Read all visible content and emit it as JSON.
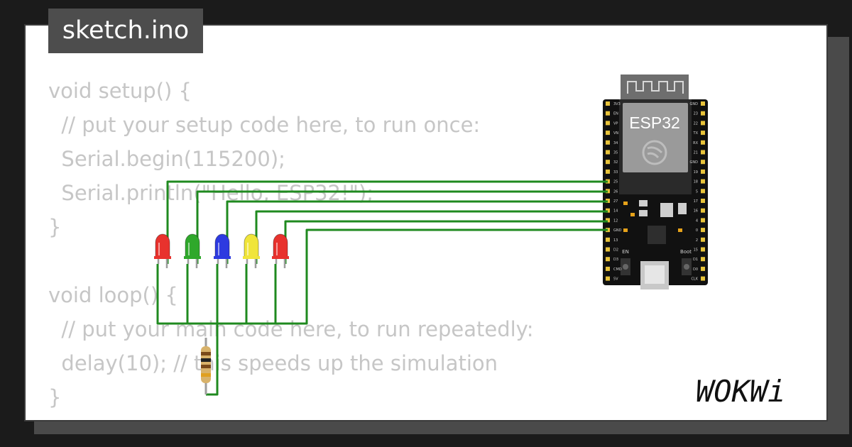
{
  "tab": {
    "filename": "sketch.ino"
  },
  "code_lines": [
    "void setup() {",
    "  // put your setup code here, to run once:",
    "  Serial.begin(115200);",
    "  Serial.println(\"Hello, ESP32!\");",
    "}",
    "",
    "void loop() {",
    "  // put your main code here, to run repeatedly:",
    "  delay(10); // this speeds up the simulation",
    "}"
  ],
  "board": {
    "label": "ESP32",
    "button_en": "EN",
    "button_boot": "Boot",
    "left_pins": [
      "3V3",
      "EN",
      "VP",
      "VN",
      "34",
      "35",
      "32",
      "33",
      "25",
      "26",
      "27",
      "14",
      "12",
      "GND",
      "13",
      "D2",
      "D3",
      "CMD",
      "5V"
    ],
    "right_pins": [
      "GND",
      "23",
      "22",
      "TX",
      "RX",
      "21",
      "GND",
      "19",
      "18",
      "5",
      "17",
      "16",
      "4",
      "0",
      "2",
      "15",
      "D1",
      "D0",
      "CLK"
    ]
  },
  "leds": [
    {
      "color": "red",
      "hex": "#e8322d"
    },
    {
      "color": "green",
      "hex": "#2fa82b"
    },
    {
      "color": "blue",
      "hex": "#2d3ae0"
    },
    {
      "color": "yellow",
      "hex": "#f0e53a"
    },
    {
      "color": "red",
      "hex": "#e8322d"
    }
  ],
  "colors": {
    "wire": "#1f8a1f",
    "code_text": "#c6c6c6",
    "tab_bg": "#4d4d4d",
    "background": "#1b1b1b"
  },
  "brand": {
    "logo_text": "WOKWi"
  }
}
